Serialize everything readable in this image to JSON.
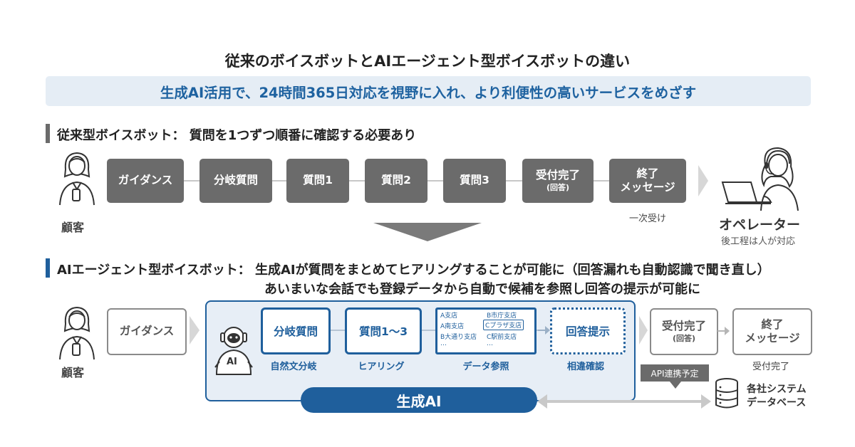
{
  "title": "従来のボイスボットとAIエージェント型ボイスボットの違い",
  "subtitle": "生成AI活用で、24時間365日対応を視野に入れ、より利便性の高いサービスをめざす",
  "colors": {
    "accent": "#1f5f9c",
    "gray_box": "#6b6b6b",
    "band": "#e5edf5"
  },
  "legacy": {
    "heading": "従来型ボイスボット：  質問を1つずつ順番に確認する必要あり",
    "customer_label": "顧客",
    "steps": [
      "ガイダンス",
      "分岐質問",
      "質問1",
      "質問2",
      "質問3"
    ],
    "accept": {
      "main": "受付完了",
      "sub": "(回答)"
    },
    "end": {
      "line1": "終了",
      "line2": "メッセージ"
    },
    "end_caption": "一次受け",
    "operator": {
      "title": "オペレーター",
      "sub": "後工程は人が対応"
    }
  },
  "ai": {
    "heading_line1": "AIエージェント型ボイスボット：  生成AIが質問をまとめてヒアリングすることが可能に（回答漏れも自動認識で聞き直し）",
    "heading_line2": "あいまいな会話でも登録データから自動で候補を参照し回答の提示が可能に",
    "customer_label": "顧客",
    "guidance": "ガイダンス",
    "robot_label": "AI",
    "steps": [
      {
        "label": "分岐質問",
        "caption": "自然文分岐"
      },
      {
        "label": "質問1～3",
        "caption": "ヒアリング"
      },
      {
        "label": "回答提示",
        "caption": "相違確認"
      }
    ],
    "data_table": {
      "caption": "データ参照",
      "cells": [
        "A支店",
        "B市庁支店",
        "A南支店",
        "Cプラザ支店",
        "B大通り支店",
        "C駅前支店",
        "…",
        "…"
      ]
    },
    "accept": {
      "main": "受付完了",
      "sub": "(回答)"
    },
    "end": {
      "line1": "終了",
      "line2": "メッセージ"
    },
    "end_caption": "受付完了",
    "gen_ai": "生成AI",
    "api_badge": "API連携予定",
    "db_label_line1": "各社システム",
    "db_label_line2": "データベース"
  }
}
